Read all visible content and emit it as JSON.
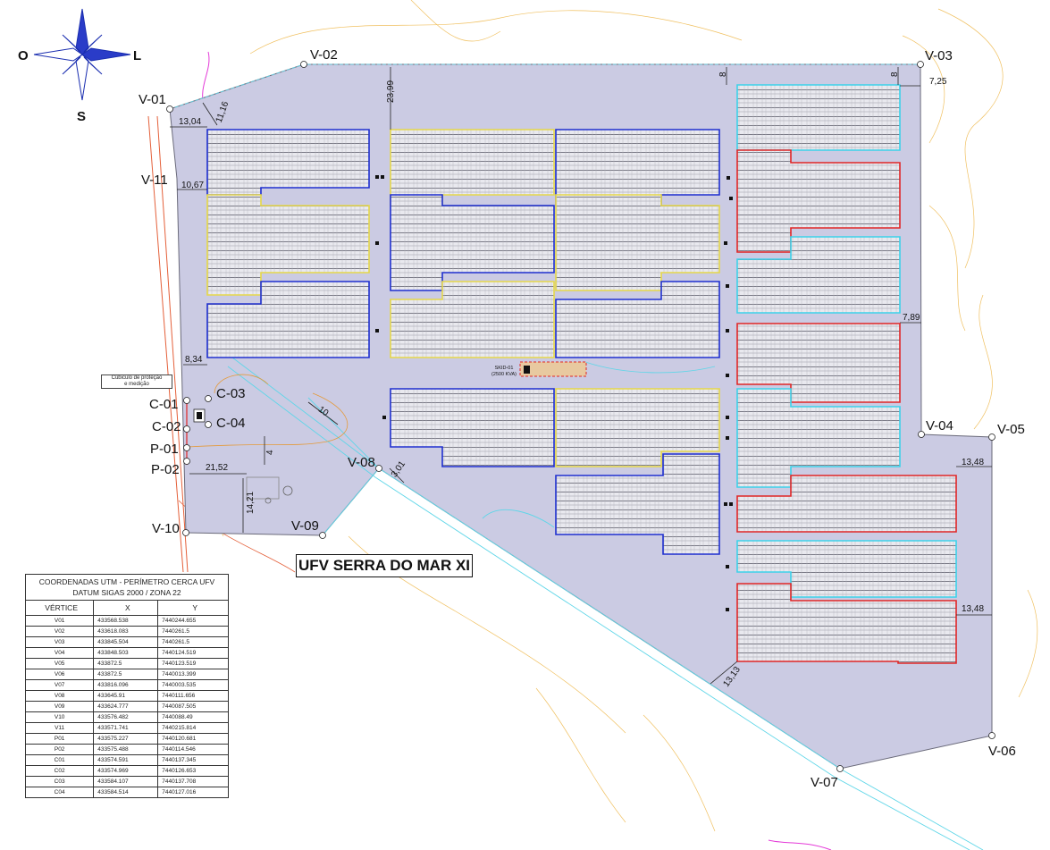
{
  "plan": {
    "title": "UFV SERRA DO MAR XI",
    "cubicle_label_line1": "Cúbiculo de proteção",
    "cubicle_label_line2": "e medição",
    "skid_label_line1": "SKID-01",
    "skid_label_line2": "(2500 KVA)"
  },
  "compass": {
    "west": "O",
    "east": "L",
    "south": "S"
  },
  "vertices": {
    "v01": "V-01",
    "v02": "V-02",
    "v03": "V-03",
    "v04": "V-04",
    "v05": "V-05",
    "v06": "V-06",
    "v07": "V-07",
    "v08": "V-08",
    "v09": "V-09",
    "v10": "V-10",
    "v11": "V-11",
    "c01": "C-01",
    "c02": "C-02",
    "c03": "C-03",
    "c04": "C-04",
    "p01": "P-01",
    "p02": "P-02"
  },
  "dimensions": {
    "d1116": "11,16",
    "d1304": "13,04",
    "d1067": "10,67",
    "d2399": "23,99",
    "d8a": "8",
    "d8b": "8",
    "d725": "7,25",
    "d789": "7,89",
    "d834": "8,34",
    "d10": "10",
    "d4": "4",
    "d2152": "21,52",
    "d1421": "14,21",
    "d301": "3,01",
    "d1348a": "13,48",
    "d1348b": "13,48",
    "d1313": "13,13"
  },
  "table": {
    "caption_line1": "COORDENADAS UTM - PERÍMETRO CERCA UFV",
    "caption_line2": "DATUM SIGAS 2000 / ZONA 22",
    "headers": [
      "VÉRTICE",
      "X",
      "Y"
    ],
    "rows": [
      [
        "V01",
        "433568.538",
        "7440244.655"
      ],
      [
        "V02",
        "433618.083",
        "7440261.5"
      ],
      [
        "V03",
        "433845.504",
        "7440261.5"
      ],
      [
        "V04",
        "433848.503",
        "7440124.519"
      ],
      [
        "V05",
        "433872.5",
        "7440123.519"
      ],
      [
        "V06",
        "433872.5",
        "7440013.399"
      ],
      [
        "V07",
        "433816.096",
        "7440003.535"
      ],
      [
        "V08",
        "433645.91",
        "7440111.656"
      ],
      [
        "V09",
        "433624.777",
        "7440087.505"
      ],
      [
        "V10",
        "433576.482",
        "7440088.49"
      ],
      [
        "V11",
        "433571.741",
        "7440215.814"
      ],
      [
        "P01",
        "433575.227",
        "7440120.681"
      ],
      [
        "P02",
        "433575.488",
        "7440114.546"
      ],
      [
        "C01",
        "433574.591",
        "7440137.345"
      ],
      [
        "C02",
        "433574.969",
        "7440126.653"
      ],
      [
        "C03",
        "433584.107",
        "7440137.708"
      ],
      [
        "C04",
        "433584.514",
        "7440127.016"
      ]
    ]
  },
  "colors": {
    "site_fill": "#cbcbe3",
    "blue_outline": "#1f2fcf",
    "yellow_outline": "#e6d84a",
    "cyan_outline": "#3cd2ea",
    "red_outline": "#e02626",
    "contour": "#f0c060",
    "road": "#5fd6e8"
  }
}
